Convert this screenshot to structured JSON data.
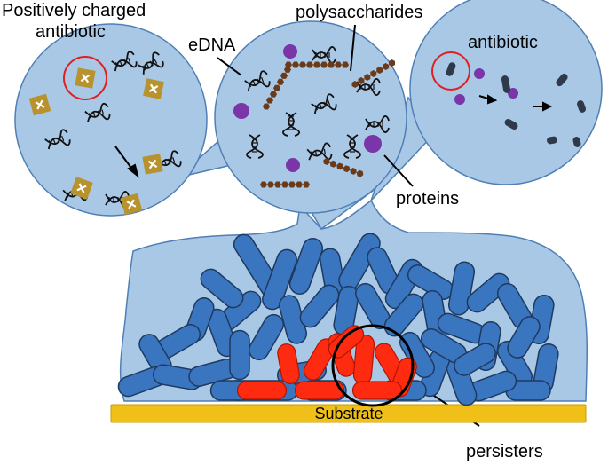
{
  "labels": {
    "positive_line1": "Positively charged",
    "positive_line2": "antibiotic",
    "edna": "eDNA",
    "polysaccharides": "polysaccharides",
    "antibiotic": "antibiotic",
    "proteins": "proteins",
    "substrate": "Substrate",
    "persisters": "persisters"
  },
  "colors": {
    "matrix": "#a9c8e6",
    "matrix_stroke": "#4f7fb5",
    "cell_blue": "#3a75c0",
    "cell_stroke": "#1f3a5f",
    "persister_red": "#ff2b10",
    "substrate": "#f0c018",
    "antibiotic_gold": "#b8922c",
    "protein_purple": "#7a35a8",
    "polysaccharide_brown": "#6b3a18",
    "broken_antibiotic": "#2e3a4a",
    "highlight_red": "#e02020"
  }
}
